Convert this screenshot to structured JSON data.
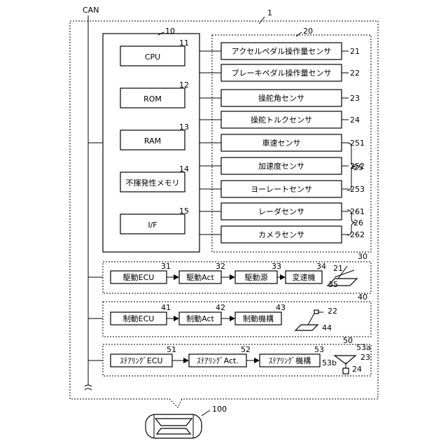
{
  "bus": {
    "label": "CAN"
  },
  "system": {
    "ref": "1"
  },
  "controller": {
    "ref": "10",
    "items": [
      {
        "label": "CPU",
        "ref": "11"
      },
      {
        "label": "ROM",
        "ref": "12"
      },
      {
        "label": "RAM",
        "ref": "13"
      },
      {
        "label": "不揮発性メモリ",
        "ref": "14"
      },
      {
        "label": "I/F",
        "ref": "15"
      }
    ]
  },
  "sensors": {
    "ref": "20",
    "items": [
      {
        "label": "アクセルペダル操作量センサ",
        "ref": "21"
      },
      {
        "label": "ブレーキペダル操作量センサ",
        "ref": "22"
      },
      {
        "label": "操舵角センサ",
        "ref": "23"
      },
      {
        "label": "操舵トルクセンサ",
        "ref": "24"
      },
      {
        "label": "車速センサ",
        "ref": "251"
      },
      {
        "label": "加速度センサ",
        "ref": "252"
      },
      {
        "label": "ヨーレートセンサ",
        "ref": "253"
      },
      {
        "label": "レーダセンサ",
        "ref": "261"
      },
      {
        "label": "カメラセンサ",
        "ref": "262"
      }
    ],
    "group25": "25",
    "group26": "26"
  },
  "drive": {
    "ref": "30",
    "items": [
      {
        "label": "駆動ECU",
        "ref": "31"
      },
      {
        "label": "駆動Act",
        "ref": "32"
      },
      {
        "label": "駆動源",
        "ref": "33"
      },
      {
        "label": "変速機",
        "ref": "34"
      }
    ],
    "pedal_ref": "21",
    "lever_ref": "35"
  },
  "brake": {
    "ref": "40",
    "items": [
      {
        "label": "制動ECU",
        "ref": "41"
      },
      {
        "label": "制動Act",
        "ref": "42"
      },
      {
        "label": "制動機構",
        "ref": "43"
      }
    ],
    "pedal_ref": "22",
    "base_ref": "44"
  },
  "steering": {
    "ref": "50",
    "items": [
      {
        "label": "ｽﾃｱﾘﾝｸﾞECU",
        "ref": "51"
      },
      {
        "label": "ｽﾃｱﾘﾝｸﾞAct.",
        "ref": "52"
      },
      {
        "label": "ｽﾃｱﾘﾝｸﾞ機構",
        "ref": "53"
      }
    ],
    "wheel_ref": "53a",
    "shaft_ref": "53b",
    "angle_ref": "23",
    "torque_ref": "24"
  },
  "vehicle": {
    "ref": "100"
  }
}
